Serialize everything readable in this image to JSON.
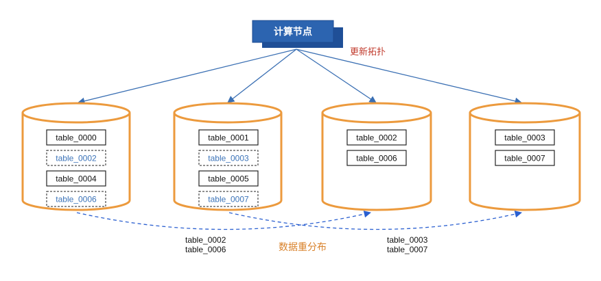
{
  "compute_node": {
    "label": "计算节点"
  },
  "topology_label": "更新拓扑",
  "redistribution_label": "数据重分布",
  "colors": {
    "node_blue": "#2c64b0",
    "node_blue_back": "#1f4f97",
    "arrow_blue": "#3a6fb3",
    "cylinder_orange": "#ec9a3d",
    "topology_text": "#c0392b",
    "redistribution_text": "#d9822b",
    "moving_table_text": "#3b73b8",
    "dashed_arrow": "#2a5fd0"
  },
  "storage_nodes": [
    {
      "tables": [
        {
          "name": "table_0000",
          "moving": false
        },
        {
          "name": "table_0002",
          "moving": true
        },
        {
          "name": "table_0004",
          "moving": false
        },
        {
          "name": "table_0006",
          "moving": true
        }
      ]
    },
    {
      "tables": [
        {
          "name": "table_0001",
          "moving": false
        },
        {
          "name": "table_0003",
          "moving": true
        },
        {
          "name": "table_0005",
          "moving": false
        },
        {
          "name": "table_0007",
          "moving": true
        }
      ]
    },
    {
      "tables": [
        {
          "name": "table_0002",
          "moving": false
        },
        {
          "name": "table_0006",
          "moving": false
        }
      ]
    },
    {
      "tables": [
        {
          "name": "table_0003",
          "moving": false
        },
        {
          "name": "table_0007",
          "moving": false
        }
      ]
    }
  ],
  "migrations": [
    {
      "tables": [
        "table_0002",
        "table_0006"
      ]
    },
    {
      "tables": [
        "table_0003",
        "table_0007"
      ]
    }
  ]
}
